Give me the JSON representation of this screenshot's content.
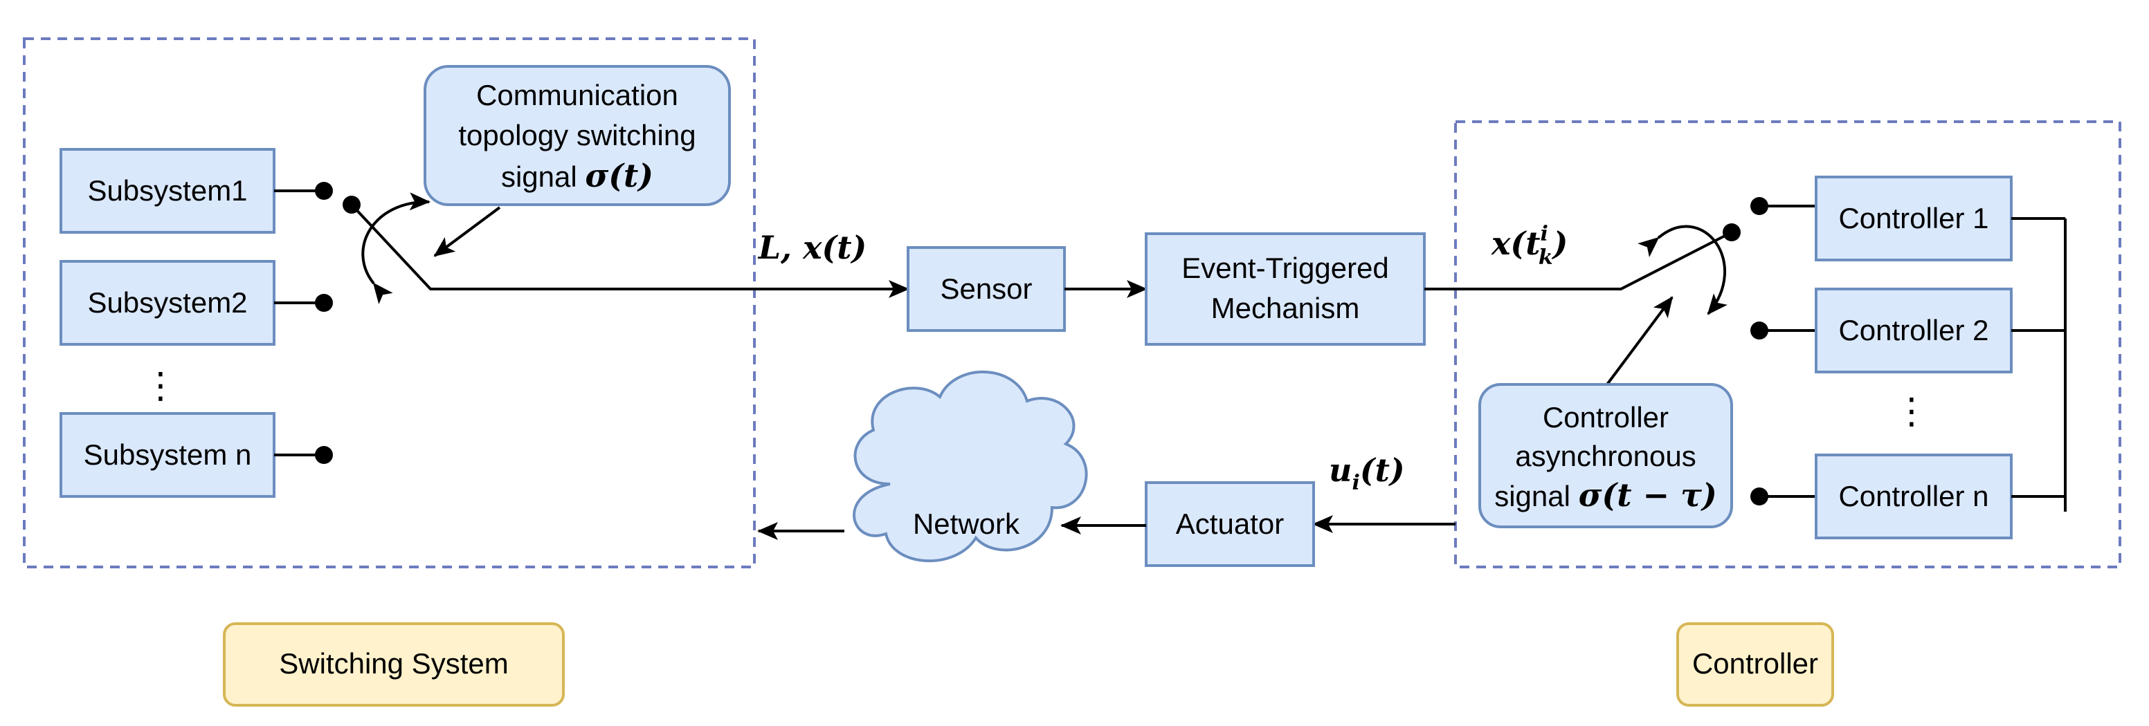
{
  "groups": {
    "switching_system_label": "Switching System",
    "controller_label": "Controller"
  },
  "subsystems": [
    "Subsystem1",
    "Subsystem2",
    "Subsystem n"
  ],
  "subsystem_ellipsis": "⋮",
  "topology_signal": {
    "line1": "Communication",
    "line2": "topology switching",
    "line3_text": "signal ",
    "line3_math": "σ(t)"
  },
  "signal_label_Lx": "L, x(t)",
  "sensor": "Sensor",
  "etm": {
    "line1": "Event-Triggered",
    "line2": "Mechanism"
  },
  "xtk": {
    "base": "x(t",
    "sup": "i",
    "sub": "k",
    "close": ")"
  },
  "controllers": [
    "Controller 1",
    "Controller 2",
    "Controller n"
  ],
  "controller_ellipsis": "⋮",
  "async_signal": {
    "line1": "Controller",
    "line2": "asynchronous",
    "line3_text": "signal ",
    "line3_math": "σ(t − τ)"
  },
  "ui_label": {
    "base": "u",
    "sub": "i",
    "rest": "(t)"
  },
  "actuator": "Actuator",
  "network": "Network",
  "colors": {
    "box_fill": "#dae8fc",
    "box_stroke": "#6c8ebf",
    "group_border": "#6c7bbf",
    "label_fill": "#fff2cc",
    "label_stroke": "#d6b656"
  }
}
